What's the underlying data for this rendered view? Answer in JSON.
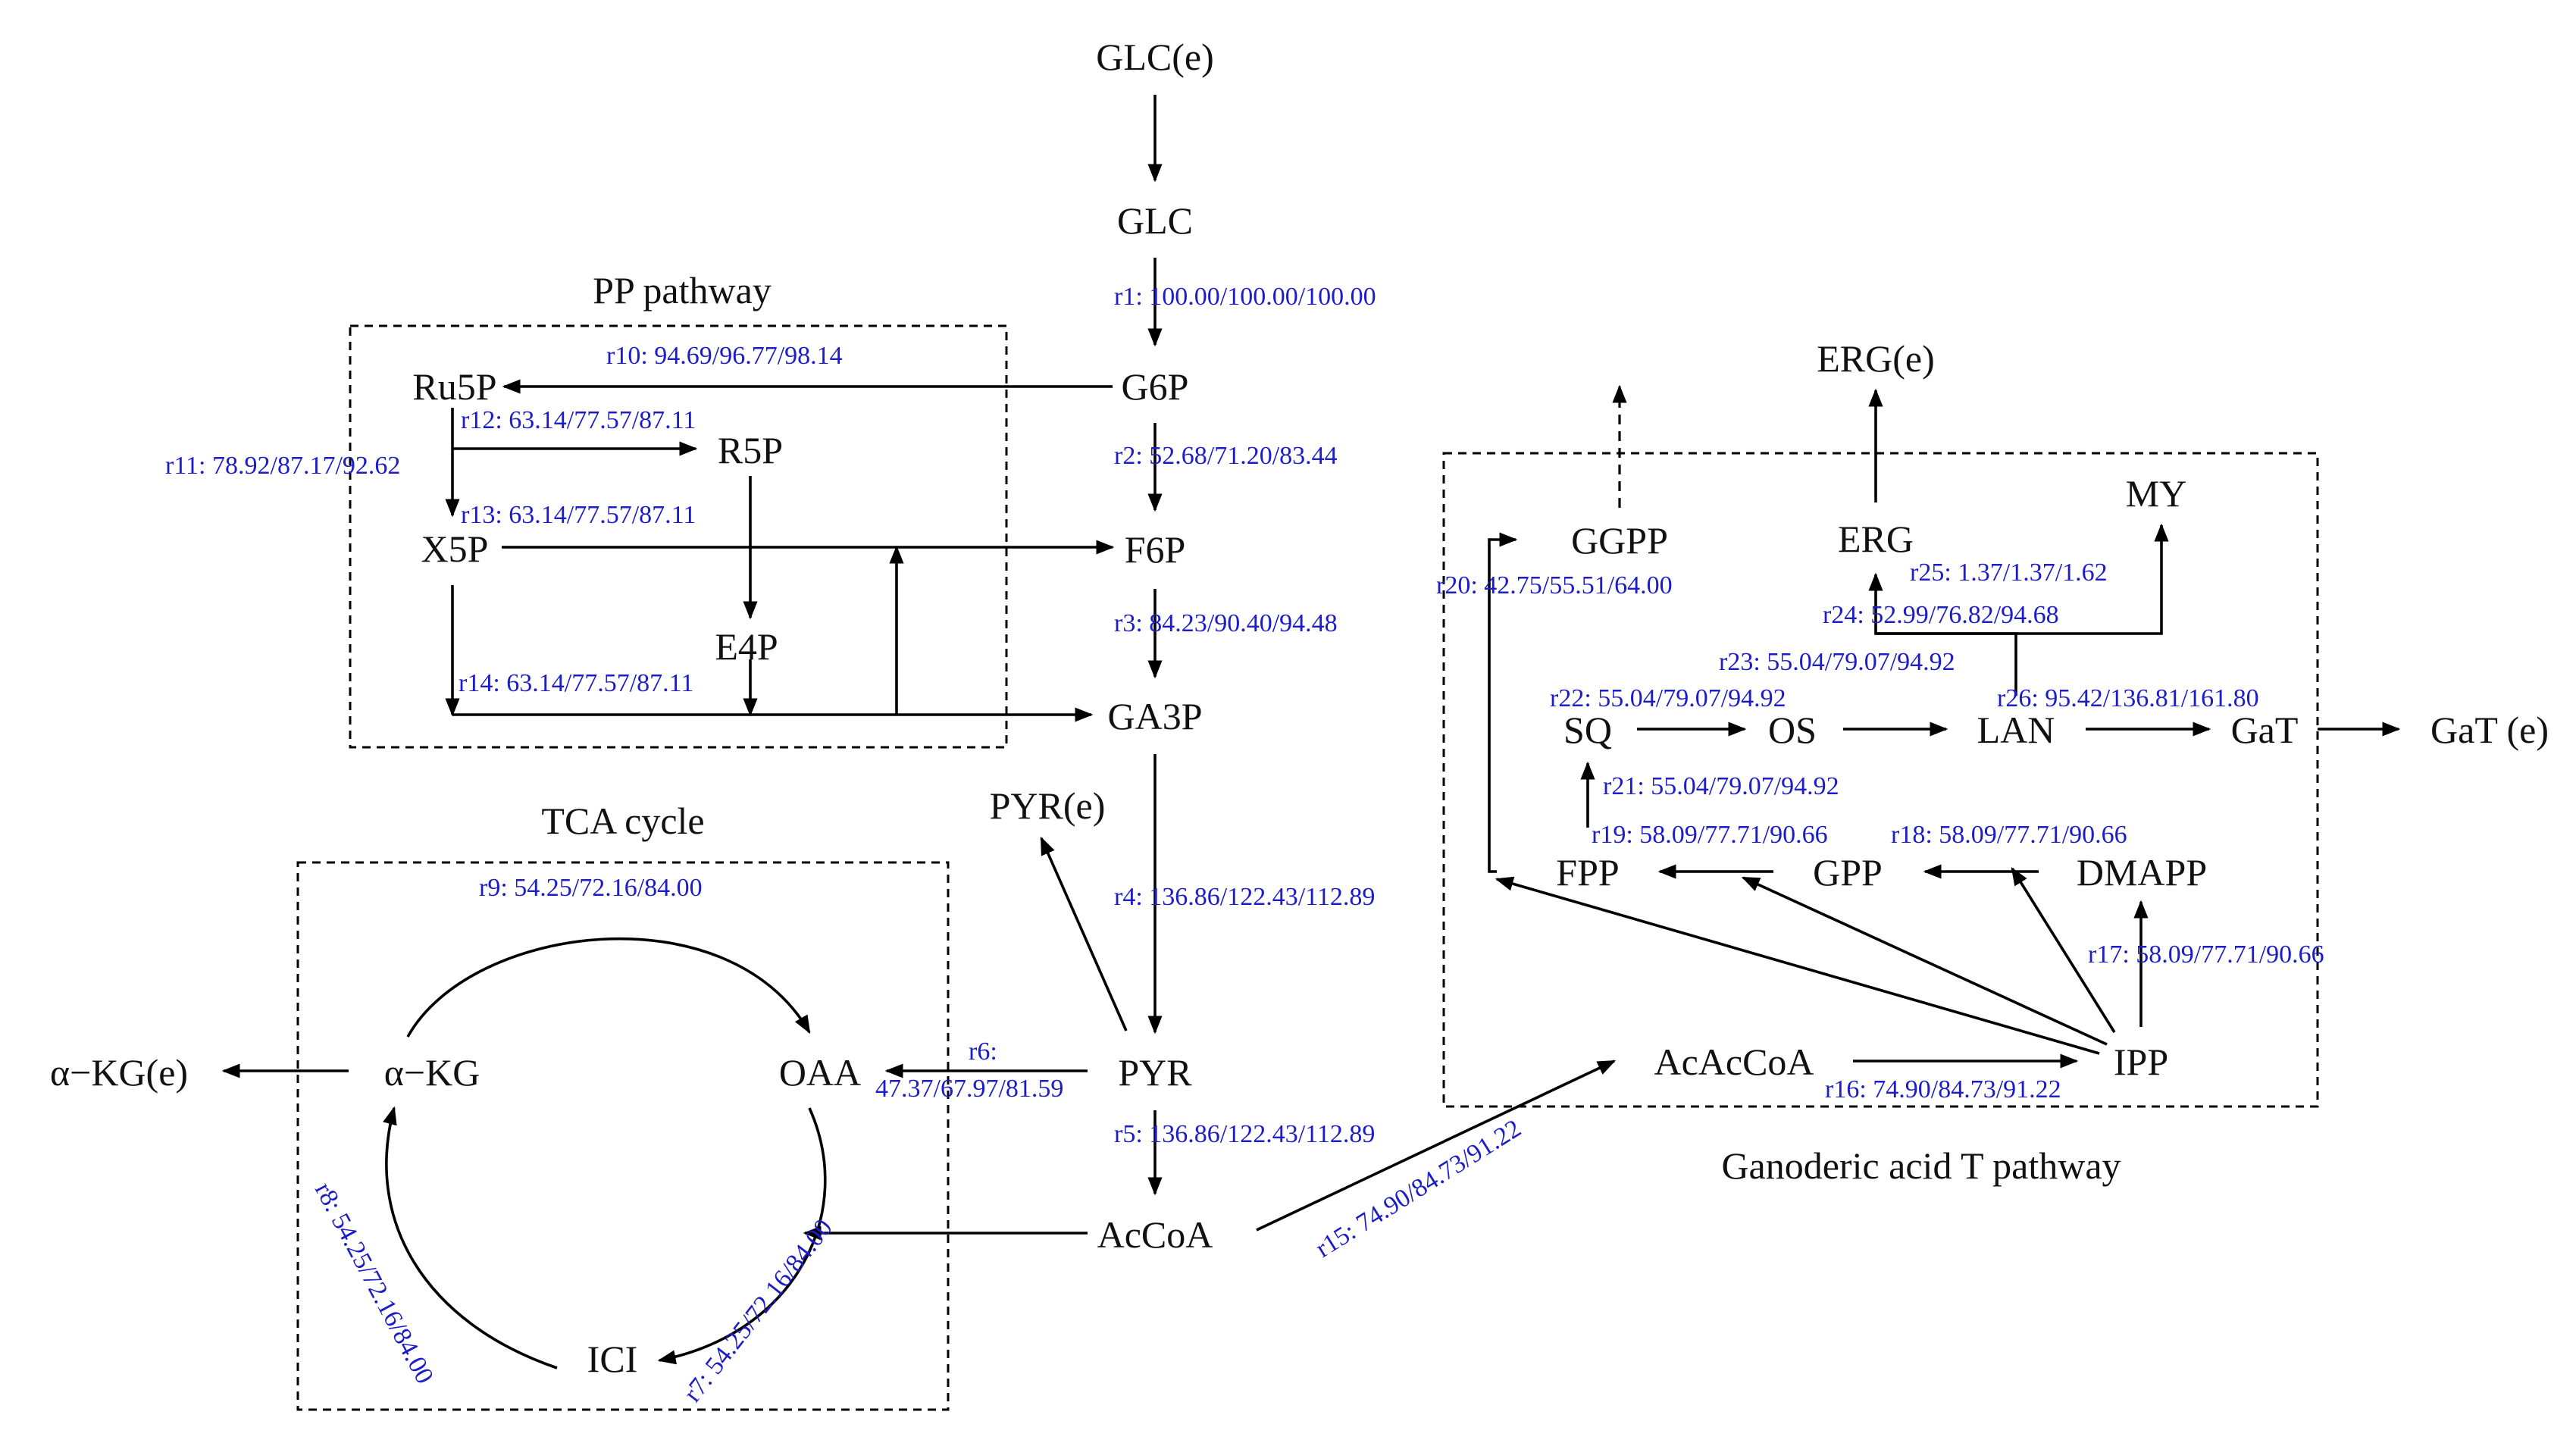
{
  "colors": {
    "rate_text": "#1c1cc8",
    "node_text": "#111111",
    "line": "#000000"
  },
  "boxes": {
    "pp": "PP pathway",
    "tca": "TCA cycle",
    "gat": "Ganoderic acid T pathway"
  },
  "nodes": {
    "glc_e": "GLC(e)",
    "glc": "GLC",
    "g6p": "G6P",
    "f6p": "F6P",
    "ga3p": "GA3P",
    "pyr": "PYR",
    "pyr_e": "PYR(e)",
    "accoa": "AcCoA",
    "ru5p": "Ru5P",
    "r5p": "R5P",
    "x5p": "X5P",
    "e4p": "E4P",
    "akg": "α−KG",
    "akg_e": "α−KG(e)",
    "oaa": "OAA",
    "ici": "ICI",
    "acaccoa": "AcAcCoA",
    "ipp": "IPP",
    "dmapp": "DMAPP",
    "gpp": "GPP",
    "fpp": "FPP",
    "ggpp": "GGPP",
    "sq": "SQ",
    "os": "OS",
    "lan": "LAN",
    "gat": "GaT",
    "gat_e": "GaT (e)",
    "erg": "ERG",
    "erg_e": "ERG(e)",
    "my": "MY"
  },
  "reactions": {
    "r1": "r1: 100.00/100.00/100.00",
    "r2": "r2: 52.68/71.20/83.44",
    "r3": "r3: 84.23/90.40/94.48",
    "r4": "r4: 136.86/122.43/112.89",
    "r5": "r5: 136.86/122.43/112.89",
    "r6_a": "r6:",
    "r6_b": "47.37/67.97/81.59",
    "r7": "r7: 54.25/72.16/84.00",
    "r8": "r8: 54.25/72.16/84.00",
    "r9": "r9: 54.25/72.16/84.00",
    "r10": "r10: 94.69/96.77/98.14",
    "r11": "r11: 78.92/87.17/92.62",
    "r12": "r12: 63.14/77.57/87.11",
    "r13": "r13: 63.14/77.57/87.11",
    "r14": "r14: 63.14/77.57/87.11",
    "r15": "r15: 74.90/84.73/91.22",
    "r16": "r16: 74.90/84.73/91.22",
    "r17": "r17: 58.09/77.71/90.66",
    "r18": "r18: 58.09/77.71/90.66",
    "r19": "r19: 58.09/77.71/90.66",
    "r20": "r20: 42.75/55.51/64.00",
    "r21": "r21: 55.04/79.07/94.92",
    "r22": "r22: 55.04/79.07/94.92",
    "r23": "r23: 55.04/79.07/94.92",
    "r24": "r24: 52.99/76.82/94.68",
    "r25": "r25: 1.37/1.37/1.62",
    "r26": "r26: 95.42/136.81/161.80"
  }
}
